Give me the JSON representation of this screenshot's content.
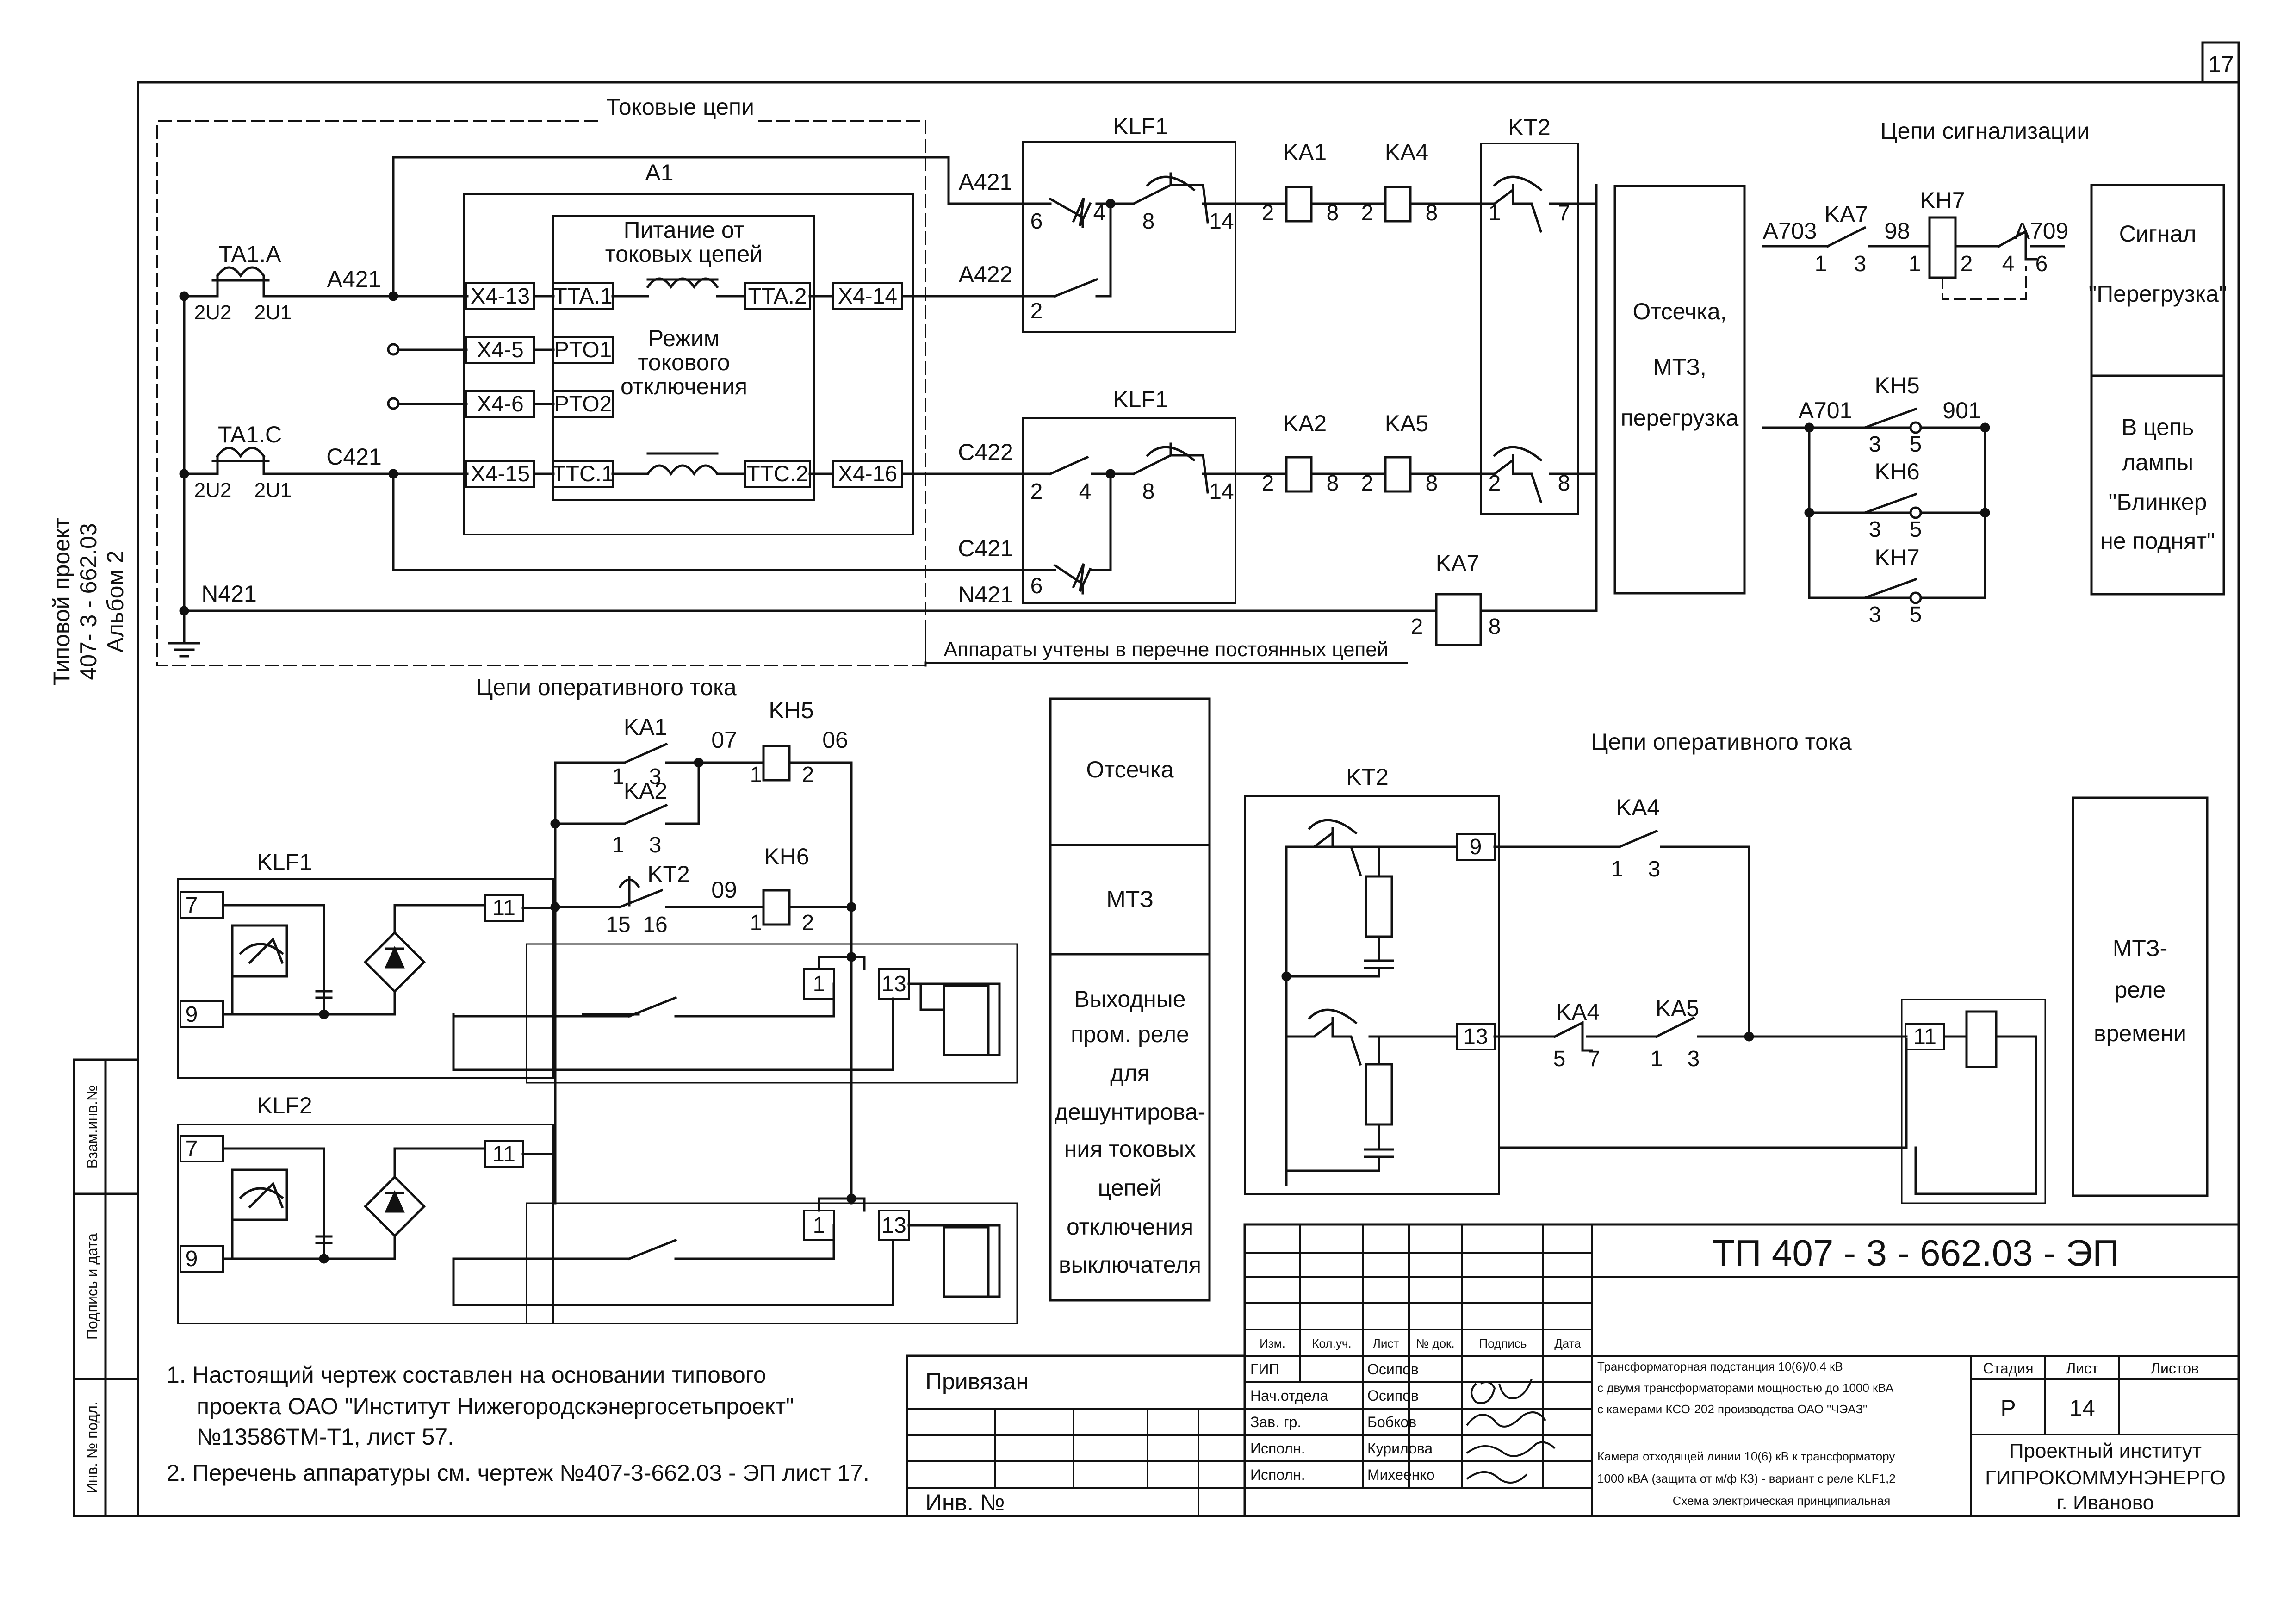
{
  "sheet_no": "17",
  "side_label": {
    "line1": "Типовой проект",
    "line2": "407- 3 - 662.03",
    "line3": "Альбом 2"
  },
  "sections": {
    "current_circuits": "Токовые цепи",
    "signal_circuits": "Цепи сигнализации",
    "op_current_left": "Цепи оперативного тока",
    "op_current_right": "Цепи оперативного тока",
    "accounted_note": "Аппараты учтены в перечне постоянных цепей"
  },
  "current": {
    "ta1a": "TA1.A",
    "ta1c": "TA1.C",
    "t2u2": "2U2",
    "t2u1": "2U1",
    "a421": "A421",
    "c421": "C421",
    "n421": "N421",
    "a1": "A1",
    "power_l1": "Питание от",
    "power_l2": "токовых цепей",
    "mode_l1": "Режим",
    "mode_l2": "токового",
    "mode_l3": "отключения",
    "x413": "X4-13",
    "x45": "X4-5",
    "x46": "X4-6",
    "x415": "X4-15",
    "x414": "X4-14",
    "x416": "X4-16",
    "tta1": "TTA.1",
    "tta2": "TTA.2",
    "rto1": "PTO1",
    "rto2": "PTO2",
    "ttc1": "TTC.1",
    "ttc2": "TTC.2",
    "w_a421": "A421",
    "w_a422": "A422",
    "w_c422": "C422",
    "w_c421": "C421",
    "w_n421": "N421",
    "klf1": "KLF1",
    "klf1b": "KLF1",
    "ka1": "KA1",
    "ka4": "KA4",
    "kt2": "KT2",
    "ka2": "KA2",
    "ka5": "KA5",
    "ka7": "KA7",
    "p6": "6",
    "p4": "4",
    "p8": "8",
    "p14": "14",
    "p2": "2",
    "p1": "1",
    "p7": "7",
    "cutoff_l1": "Отсечка,",
    "cutoff_l2": "МТЗ,",
    "cutoff_l3": "перегрузка"
  },
  "signal": {
    "a703": "A703",
    "ka7": "KA7",
    "n98": "98",
    "kh7": "KH7",
    "a709": "A709",
    "p1": "1",
    "p3": "3",
    "p2": "2",
    "p4": "4",
    "p6": "6",
    "a701": "A701",
    "kh5": "KH5",
    "n901": "901",
    "kh6": "KH6",
    "kh7b": "KH7",
    "p5": "5",
    "sig_l1": "Сигнал",
    "sig_l2": "\"Перегрузка\"",
    "lamp_l1": "В цепь",
    "lamp_l2": "лампы",
    "lamp_l3": "\"Блинкер",
    "lamp_l4": "не поднят\""
  },
  "op_left": {
    "ka1": "KA1",
    "ka2": "KA2",
    "kt2": "KT2",
    "kh5": "KH5",
    "kh6": "KH6",
    "n07": "07",
    "n06": "06",
    "n09": "09",
    "p1": "1",
    "p3": "3",
    "p2": "2",
    "p15": "15",
    "p16": "16",
    "klf1": "KLF1",
    "klf2": "KLF2",
    "t7": "7",
    "t9": "9",
    "t11": "11",
    "t1": "1",
    "t13": "13"
  },
  "middle_box": {
    "b1": "Отсечка",
    "b2": "МТЗ",
    "b3": [
      "Выходные",
      "пром. реле",
      "для",
      "дешунтирова-",
      "ния токовых",
      "цепей",
      "отключения",
      "выключателя"
    ]
  },
  "op_right": {
    "kt2": "KT2",
    "ka4": "KA4",
    "ka4b": "KA4",
    "ka5": "KA5",
    "t9": "9",
    "t13": "13",
    "t11": "11",
    "p1": "1",
    "p3": "3",
    "p5": "5",
    "p7": "7",
    "mtz_l1": "МТЗ-",
    "mtz_l2": "реле",
    "mtz_l3": "времени"
  },
  "notes": {
    "n1_l1": "1. Настоящий чертеж составлен на основании типового",
    "n1_l2": "проекта ОАО \"Институт Нижегородскэнергосетьпроект\"",
    "n1_l3": "№13586ТМ-Т1, лист 57.",
    "n2": "2. Перечень аппаратуры см. чертеж №407-3-662.03 - ЭП лист 17."
  },
  "left_strip": {
    "c1": "Взам.инв.№",
    "c2": "Подпись и дата",
    "c3": "Инв. № подл."
  },
  "bound": {
    "label": "Привязан",
    "inv": "Инв. №"
  },
  "title_block": {
    "code": "ТП  407 - 3 - 662.03 - ЭП",
    "hdr": [
      "Изм.",
      "Кол.уч.",
      "Лист",
      "№ док.",
      "Подпись",
      "Дата"
    ],
    "roles": [
      "ГИП",
      "Нач.отдела",
      "Зав. гр.",
      "Исполн.",
      "Исполн."
    ],
    "names": [
      "Осипов",
      "Осипов",
      "Бобков",
      "Курилова",
      "Михеенко"
    ],
    "desc1_l1": "Трансформаторная подстанция 10(6)/0,4 кВ",
    "desc1_l2": "с двумя трансформаторами мощностью до 1000 кВА",
    "desc1_l3": "с камерами КСО-202 производства ОАО \"ЧЭАЗ\"",
    "desc2_l1": "Камера отходящей линии 10(6) кВ к трансформатору",
    "desc2_l2": "1000 кВА (защита от м/ф КЗ) - вариант с реле KLF1,2",
    "desc2_l3": "Схема электрическая принципиальная",
    "stage_h": "Стадия",
    "sheet_h": "Лист",
    "sheets_h": "Листов",
    "stage": "Р",
    "sheet": "14",
    "org_l1": "Проектный институт",
    "org_l2": "ГИПРОКОММУНЭНЕРГО",
    "org_l3": "г. Иваново"
  }
}
